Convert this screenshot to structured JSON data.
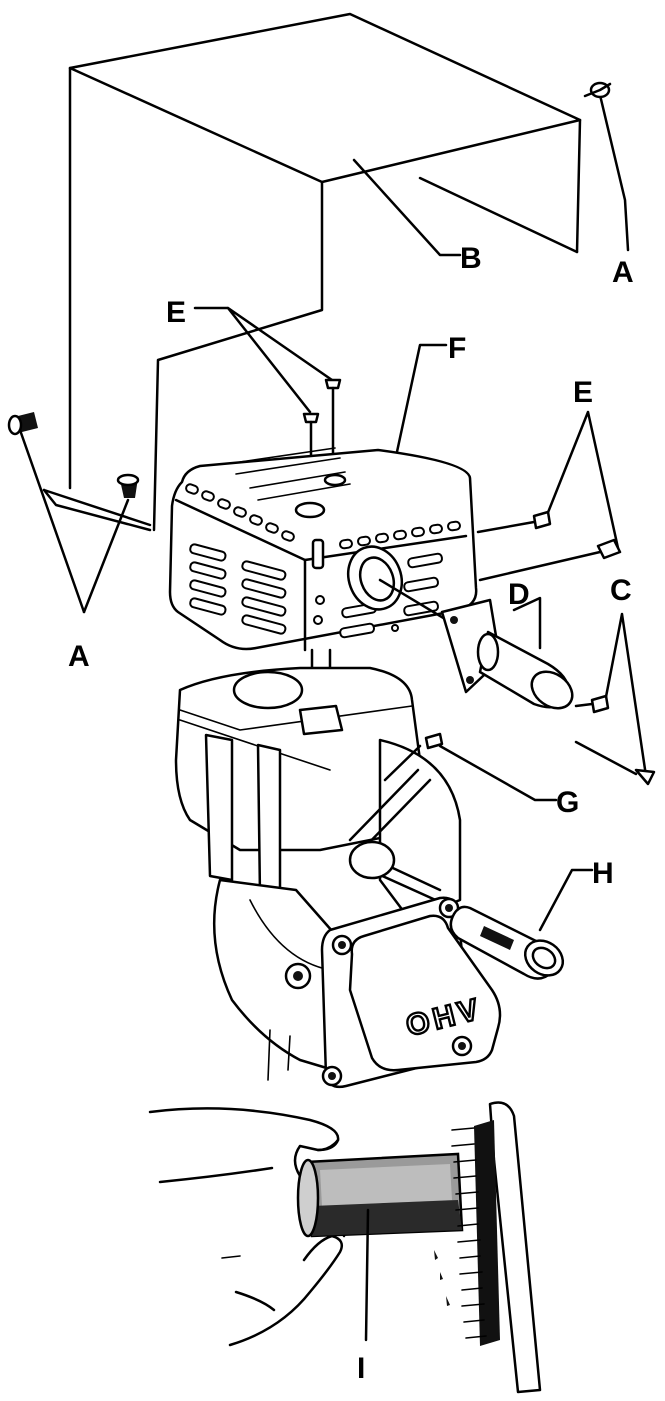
{
  "labels": {
    "a_top_right": "A",
    "b": "B",
    "e_top": "E",
    "f": "F",
    "e_right": "E",
    "a_left": "A",
    "d": "D",
    "c": "C",
    "g": "G",
    "h": "H",
    "i": "I"
  },
  "cover_badge": "OHV"
}
